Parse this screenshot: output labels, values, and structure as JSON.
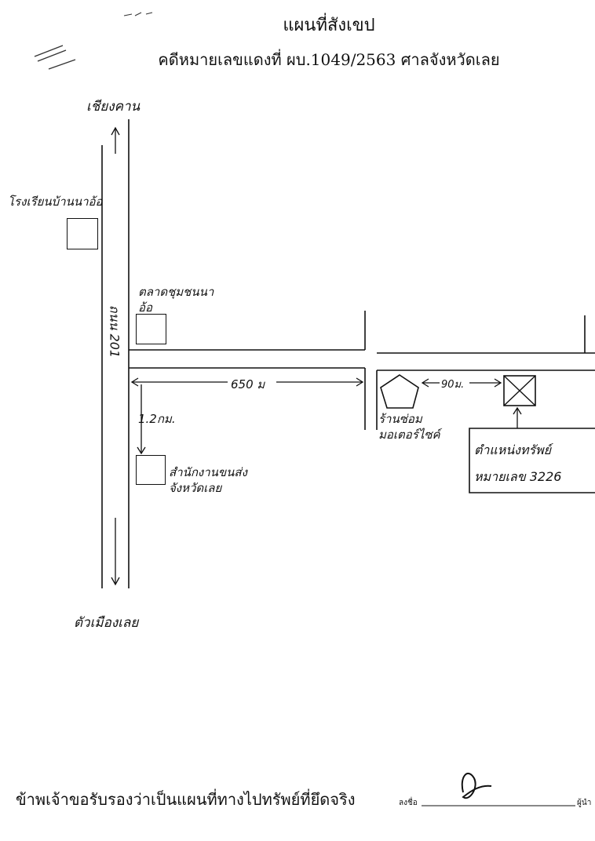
{
  "header": {
    "title": "แผนที่สังเขป",
    "subtitle": "คดีหมายเลขแดงที่ ผบ.1049/2563  ศาลจังหวัดเลย"
  },
  "map": {
    "road_label_vertical": "ถนน 201",
    "north_destination": "เชียงคาน",
    "south_destination": "ตัวเมืองเลย",
    "landmarks": {
      "school": "โรงเรียนบ้านนาอ้อ",
      "market": "ตลาดชุมชนนาอ้อ",
      "office": "สำนักงานขนส่งจังหวัดเลย",
      "shop": "ร้านซ่อมมอเตอร์ไซค์",
      "property_line1": "ตำแหน่งทรัพย์",
      "property_line2": "หมายเลข 3226"
    },
    "distances": {
      "along_road": "650 ม",
      "south_offset": "1.2กม.",
      "shop_to_property": "90ม."
    }
  },
  "footer": {
    "certification": "ข้าพเจ้าขอรับรองว่าเป็นแผนที่ทางไปทรัพย์ที่ยึดจริง",
    "sign_label": "ลงชื่อ",
    "role_label": "ผู้นำ"
  }
}
